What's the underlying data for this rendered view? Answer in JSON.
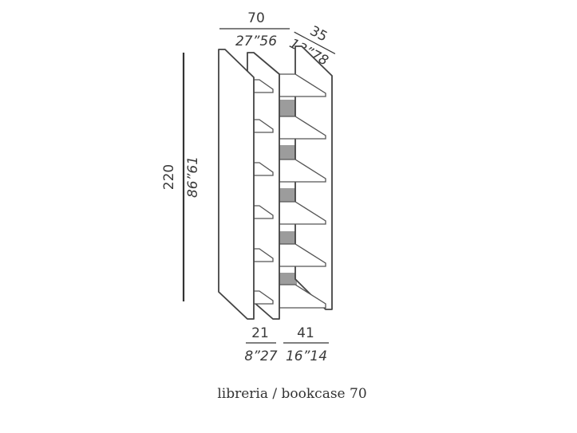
{
  "dimensions": {
    "width_cm": "70",
    "width_in": "27”56",
    "depth_cm": "35",
    "depth_in": "13”78",
    "height_cm": "220",
    "height_in": "86”61",
    "left_section_cm": "21",
    "left_section_in": "8”27",
    "right_section_cm": "41",
    "right_section_in": "16”14"
  },
  "caption": "libreria / bookcase 70",
  "colors": {
    "line": "#333333",
    "shadow": "#9c9c9c",
    "background": "#ffffff"
  }
}
